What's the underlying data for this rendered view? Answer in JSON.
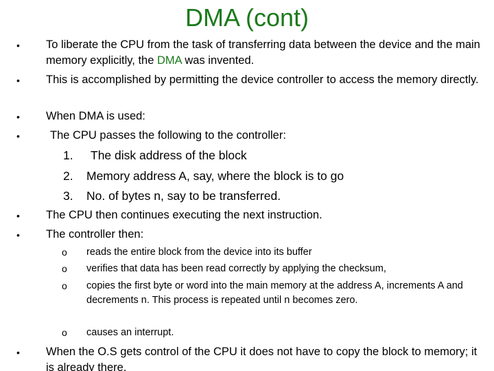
{
  "title": "DMA (cont)",
  "bullet_glyph": "•",
  "sub_bullet_glyph": "o",
  "para1": {
    "before": "To liberate the CPU from the task of transferring data between the device and the main memory explicitly, the ",
    "highlight": "DMA",
    "after": " was invented."
  },
  "para2": "This is accomplished by permitting the device controller to access the memory directly.",
  "para3": "When DMA is used:",
  "para4": "The CPU passes the following to the controller:",
  "numbered": [
    {
      "num": "1.",
      "text": "The disk address of the block"
    },
    {
      "num": "2.",
      "text": "Memory address A, say, where the block is to go"
    },
    {
      "num": "3.",
      "text": "No. of bytes n, say to be transferred."
    }
  ],
  "para5": "The CPU then continues executing the next instruction.",
  "para6": "The controller then:",
  "sub_items": [
    "reads the entire block from the device into its buffer",
    "verifies that data has been read correctly by applying the checksum,",
    "copies the first byte or word into the main memory at the address A, increments A and decrements n. This process is repeated until n becomes zero.",
    "causes an interrupt."
  ],
  "para7": "When the O.S gets control of the CPU it does not have to copy the block to memory; it is already there.",
  "colors": {
    "title": "#1a7a1a",
    "highlight": "#1a7a1a",
    "text": "#000000",
    "background": "#ffffff"
  }
}
